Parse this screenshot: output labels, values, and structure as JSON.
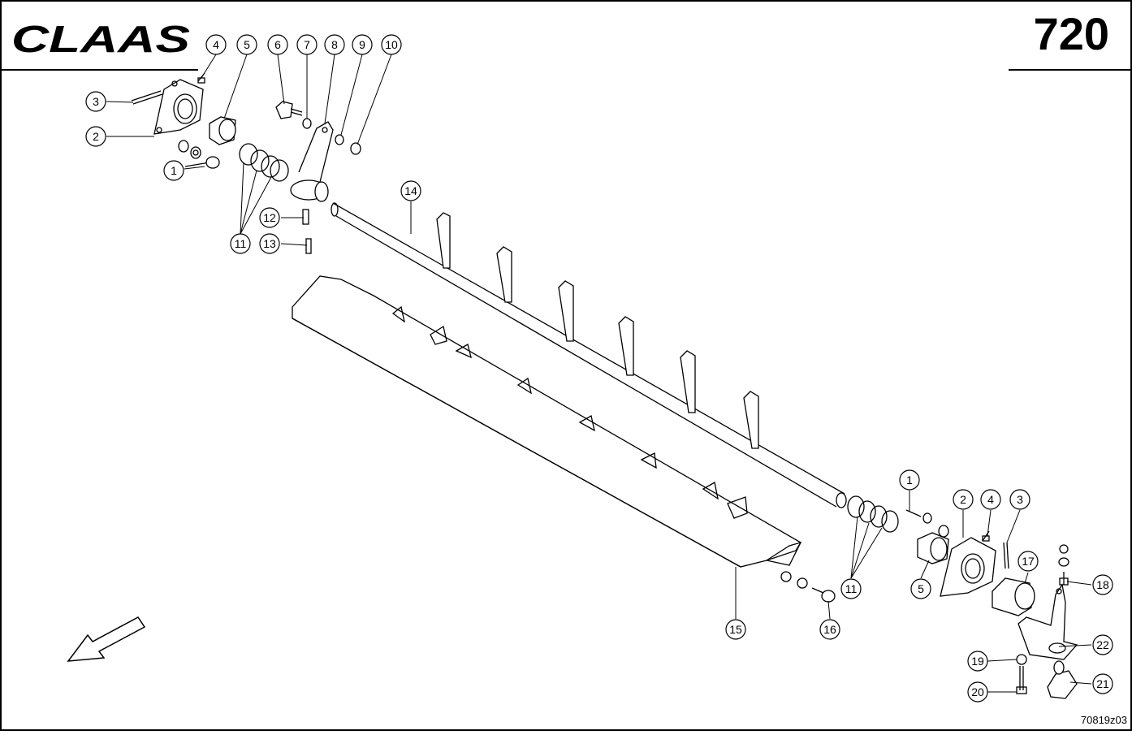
{
  "header": {
    "brand": "CLAAS",
    "page_number": "720"
  },
  "footer": {
    "drawing_code": "70819z03"
  },
  "callouts": [
    {
      "id": "c1a",
      "label": "1"
    },
    {
      "id": "c2a",
      "label": "2"
    },
    {
      "id": "c3a",
      "label": "3"
    },
    {
      "id": "c4a",
      "label": "4"
    },
    {
      "id": "c5a",
      "label": "5"
    },
    {
      "id": "c6",
      "label": "6"
    },
    {
      "id": "c7",
      "label": "7"
    },
    {
      "id": "c8",
      "label": "8"
    },
    {
      "id": "c9",
      "label": "9"
    },
    {
      "id": "c10",
      "label": "10"
    },
    {
      "id": "c11a",
      "label": "11"
    },
    {
      "id": "c12",
      "label": "12"
    },
    {
      "id": "c13",
      "label": "13"
    },
    {
      "id": "c14",
      "label": "14"
    },
    {
      "id": "c15",
      "label": "15"
    },
    {
      "id": "c16",
      "label": "16"
    },
    {
      "id": "c1b",
      "label": "1"
    },
    {
      "id": "c2b",
      "label": "2"
    },
    {
      "id": "c4b",
      "label": "4"
    },
    {
      "id": "c3b",
      "label": "3"
    },
    {
      "id": "c17",
      "label": "17"
    },
    {
      "id": "c18",
      "label": "18"
    },
    {
      "id": "c5b",
      "label": "5"
    },
    {
      "id": "c11b",
      "label": "11"
    },
    {
      "id": "c22",
      "label": "22"
    },
    {
      "id": "c19",
      "label": "19"
    },
    {
      "id": "c20",
      "label": "20"
    },
    {
      "id": "c21",
      "label": "21"
    }
  ]
}
